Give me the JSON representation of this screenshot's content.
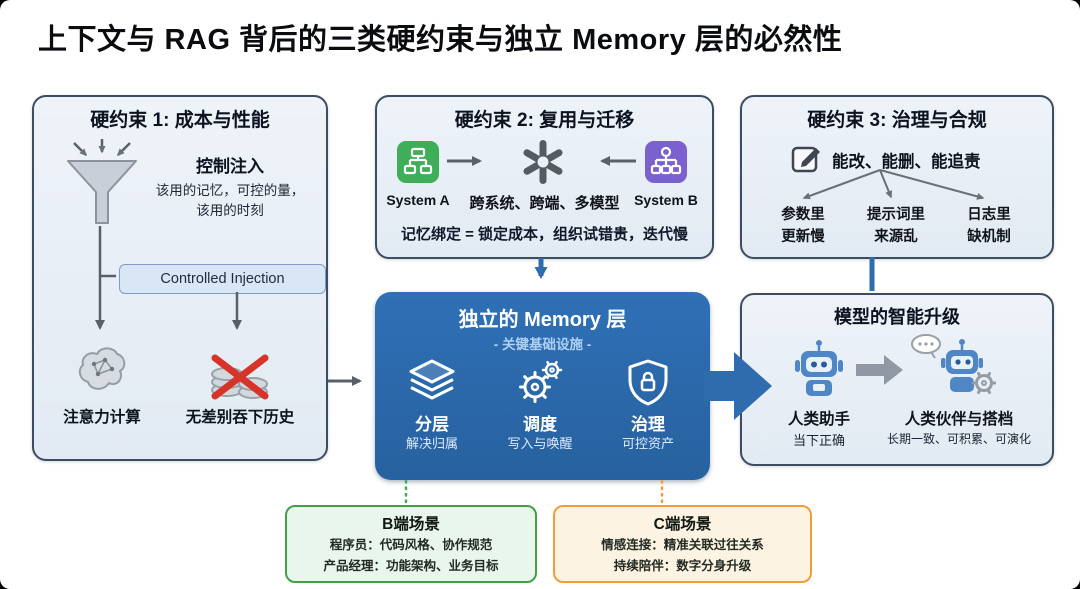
{
  "title": "上下文与 RAG 背后的三类硬约束与独立 Memory 层的必然性",
  "c1": {
    "title": "硬约束 1: 成本与性能",
    "inject_title": "控制注入",
    "inject_line1": "该用的记忆，可控的量，",
    "inject_line2": "该用的时刻",
    "controlled": "Controlled Injection",
    "attention": "注意力计算",
    "swallow": "无差别吞下历史"
  },
  "c2": {
    "title": "硬约束 2: 复用与迁移",
    "system_a": "System A",
    "cross": "跨系统、跨端、多模型",
    "system_b": "System B",
    "binding": "记忆绑定 = 锁定成本，组织试错贵，迭代慢"
  },
  "c3": {
    "title": "硬约束 3: 治理与合规",
    "cap": "能改、能删、能追责",
    "items": [
      {
        "top": "参数里",
        "bottom": "更新慢"
      },
      {
        "top": "提示词里",
        "bottom": "来源乱"
      },
      {
        "top": "日志里",
        "bottom": "缺机制"
      }
    ]
  },
  "memory": {
    "title": "独立的 Memory 层",
    "subtitle": "- 关键基础设施 -",
    "features": [
      {
        "name": "分层",
        "desc": "解决归属"
      },
      {
        "name": "调度",
        "desc": "写入与唤醒"
      },
      {
        "name": "治理",
        "desc": "可控资产"
      }
    ]
  },
  "upgrade": {
    "title": "模型的智能升级",
    "left_name": "人类助手",
    "left_desc": "当下正确",
    "right_name": "人类伙伴与搭档",
    "right_desc": "长期一致、可积累、可演化"
  },
  "scene_b": {
    "title": "B端场景",
    "line1": "程序员：代码风格、协作规范",
    "line2": "产品经理：功能架构、业务目标"
  },
  "scene_c": {
    "title": "C端场景",
    "line1": "情感连接：精准关联过往关系",
    "line2": "持续陪伴：数字分身升级"
  },
  "colors": {
    "accent_blue": "#2e6cae",
    "green": "#3fae58",
    "purple": "#7b61d0",
    "orange": "#f29d38",
    "red": "#d63429"
  },
  "icons": [
    "funnel-icon",
    "brain-icon",
    "coins-crossed-icon",
    "system-a-icon",
    "model-swirl-icon",
    "system-b-icon",
    "edit-icon",
    "layers-icon",
    "gears-icon",
    "shield-lock-icon",
    "human-assistant-robot-icon",
    "companion-robot-icon"
  ]
}
